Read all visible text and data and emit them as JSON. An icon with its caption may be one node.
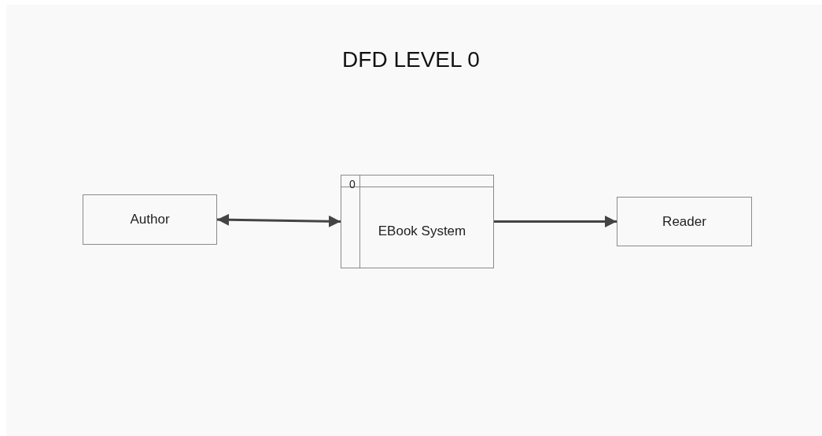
{
  "diagram": {
    "title": "DFD LEVEL 0",
    "nodes": [
      {
        "text": [
          "Author"
        ]
      },
      {
        "text": [
          "0",
          "EBook System"
        ]
      },
      {
        "text": [
          "Reader"
        ]
      }
    ],
    "edges": [
      {
        "from": 0,
        "to": 1,
        "arrow": "both"
      },
      {
        "from": 1,
        "to": 2,
        "arrow": "to"
      }
    ]
  }
}
